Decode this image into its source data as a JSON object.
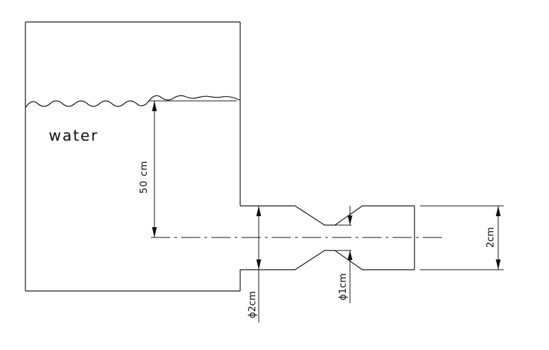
{
  "labels": {
    "water": "water",
    "height": "50 cm",
    "inlet_diameter": "ϕ2cm",
    "throat_diameter": "ϕ1cm",
    "outlet_height": "2cm"
  }
}
